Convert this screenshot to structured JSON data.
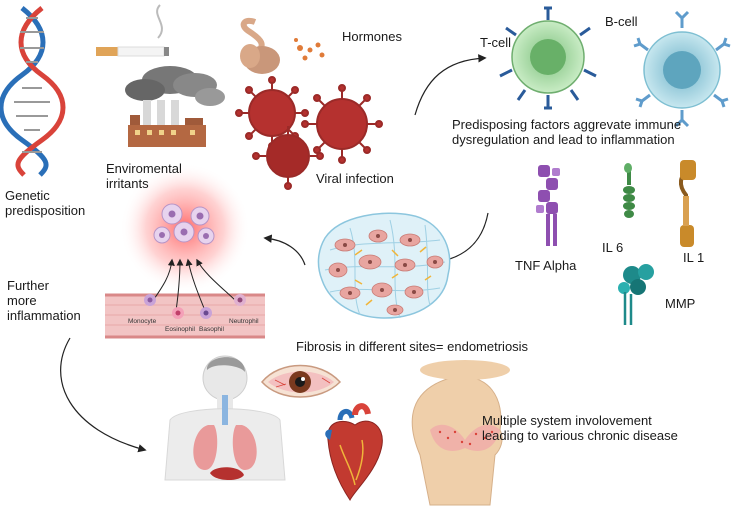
{
  "labels": {
    "genetic": "Genetic\npredisposition",
    "environmental": "Enviromental\nirritants",
    "hormones": "Hormones",
    "viral": "Viral infection",
    "tcell": "T-cell",
    "bcell": "B-cell",
    "predisposing": "Predisposing factors aggrevate immune\ndysregulation and lead to inflammation",
    "tnf": "TNF Alpha",
    "il6": "IL 6",
    "il1": "IL 1",
    "mmp": "MMP",
    "fibrosis": "Fibrosis in different sites= endometriosis",
    "further": "Further\nmore\ninflammation",
    "multiple": "Multiple system involovement\nleading to various chronic disease"
  },
  "cells": {
    "monocyte": "Monocyte",
    "eosinophil": "Eosinophil",
    "basophil": "Basophil",
    "neutrophil": "Neutrophil"
  },
  "colors": {
    "dna_red": "#d9433a",
    "dna_blue": "#2a6fb8",
    "virus": "#b5312f",
    "tcell": "#a8d8a8",
    "bcell": "#9fd1de",
    "tnf": "#8e4fb0",
    "il6": "#3f8a46",
    "il1": "#c98a2a",
    "mmp": "#1e8a8a",
    "fibrosis_cell": "#e8a5a0",
    "vessel": "#f2c4c4"
  }
}
